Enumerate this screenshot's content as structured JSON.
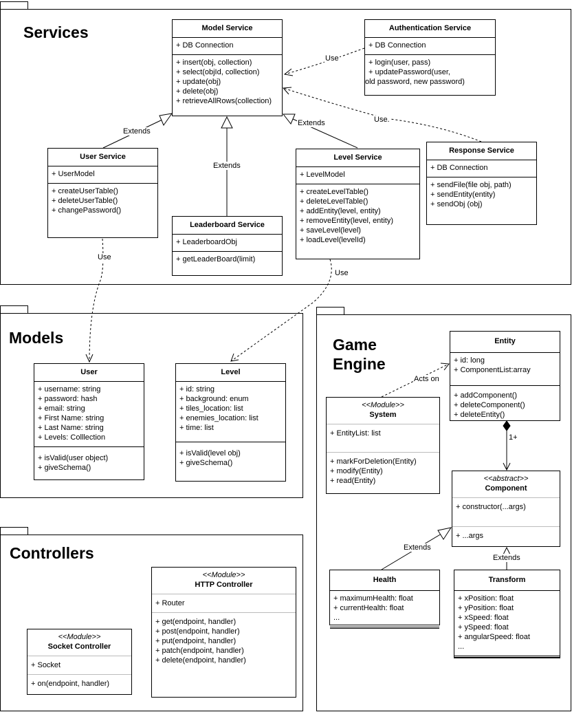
{
  "packages": {
    "services": "Services",
    "models": "Models",
    "game_engine": "Game\nEngine",
    "controllers": "Controllers"
  },
  "classes": {
    "model_service": {
      "name": "Model Service",
      "attributes": [
        "+ DB Connection"
      ],
      "methods": [
        "+ insert(obj, collection)",
        "+ select(objId, collection)",
        "+ update(obj)",
        "+ delete(obj)",
        "+ retrieveAllRows(collection)"
      ]
    },
    "auth_service": {
      "name": "Authentication Service",
      "attributes": [
        "+ DB Connection"
      ],
      "methods": [
        "+ login(user, pass)",
        "+ updatePassword(user,",
        "old password, new password)"
      ]
    },
    "user_service": {
      "name": "User Service",
      "attributes": [
        "+ UserModel"
      ],
      "methods": [
        "+ createUserTable()",
        "+ deleteUserTable()",
        "+ changePassword()"
      ]
    },
    "leaderboard_service": {
      "name": "Leaderboard Service",
      "attributes": [
        "+ LeaderboardObj"
      ],
      "methods": [
        "+ getLeaderBoard(limit)"
      ]
    },
    "level_service": {
      "name": "Level Service",
      "attributes": [
        "+ LevelModel"
      ],
      "methods": [
        "+ createLevelTable()",
        "+ deleteLevelTable()",
        "+ addEntity(level, entity)",
        "+ removeEntity(level, entity)",
        "+ saveLevel(level)",
        "+ loadLevel(levelId)"
      ]
    },
    "response_service": {
      "name": "Response Service",
      "attributes": [
        "+ DB Connection"
      ],
      "methods": [
        "+ sendFile(file obj, path)",
        "+ sendEntity(entity)",
        "+ sendObj (obj)"
      ]
    },
    "user": {
      "name": "User",
      "attributes": [
        "+ username: string",
        "+ password: hash",
        "+ email: string",
        "+ First Name: string",
        "+ Last Name: string",
        "+ Levels: Colllection"
      ],
      "methods": [
        "+ isValid(user object)",
        "+ giveSchema()"
      ]
    },
    "level": {
      "name": "Level",
      "attributes": [
        "+ id: string",
        "+ background: enum",
        "+ tiles_location: list",
        "+ enemies_location: list",
        "+ time: list"
      ],
      "methods": [
        "+ isValid(level obj)",
        "+ giveSchema()"
      ]
    },
    "entity": {
      "name": "Entity",
      "attributes": [
        "+ id: long",
        "+ ComponentList:array"
      ],
      "methods": [
        "+ addComponent()",
        "+ deleteComponent()",
        "+ deleteEntity()"
      ]
    },
    "system": {
      "stereotype": "<<Module>>",
      "name": "System",
      "attributes": [
        "+ EntityList: list"
      ],
      "methods": [
        "+ markForDeletion(Entity)",
        "+ modify(Entity)",
        "+ read(Entity)"
      ]
    },
    "component": {
      "stereotype": "<<abstract>>",
      "name": "Component",
      "attributes": [
        "+ constructor(...args)"
      ],
      "methods": [
        "+ ...args"
      ]
    },
    "health": {
      "name": "Health",
      "attributes": [
        "+ maximumHealth: float",
        "+ currentHealth: float",
        "..."
      ]
    },
    "transform": {
      "name": "Transform",
      "attributes": [
        "+ xPosition: float",
        "+ yPosition: float",
        "+ xSpeed: float",
        "+ ySpeed: float",
        "+ angularSpeed: float",
        "..."
      ]
    },
    "http_controller": {
      "stereotype": "<<Module>>",
      "name": "HTTP Controller",
      "attributes": [
        "+ Router"
      ],
      "methods": [
        "+ get(endpoint, handler)",
        "+ post(endpoint, handler)",
        "+ put(endpoint, handler)",
        "+ patch(endpoint, handler)",
        "+ delete(endpoint, handler)"
      ]
    },
    "socket_controller": {
      "stereotype": "<<Module>>",
      "name": "Socket Controller",
      "attributes": [
        "+ Socket"
      ],
      "methods": [
        "+ on(endpoint, handler)"
      ]
    }
  },
  "relations": {
    "auth_use": "Use",
    "response_use": "Use.",
    "user_extends": "Extends",
    "leaderboard_extends": "Extends",
    "level_extends": "Extends",
    "userservice_use": "Use",
    "levelservice_use": "Use",
    "acts_on": "Acts on",
    "multiplicity": "1+",
    "health_extends": "Extends",
    "transform_extends": "Extends"
  }
}
